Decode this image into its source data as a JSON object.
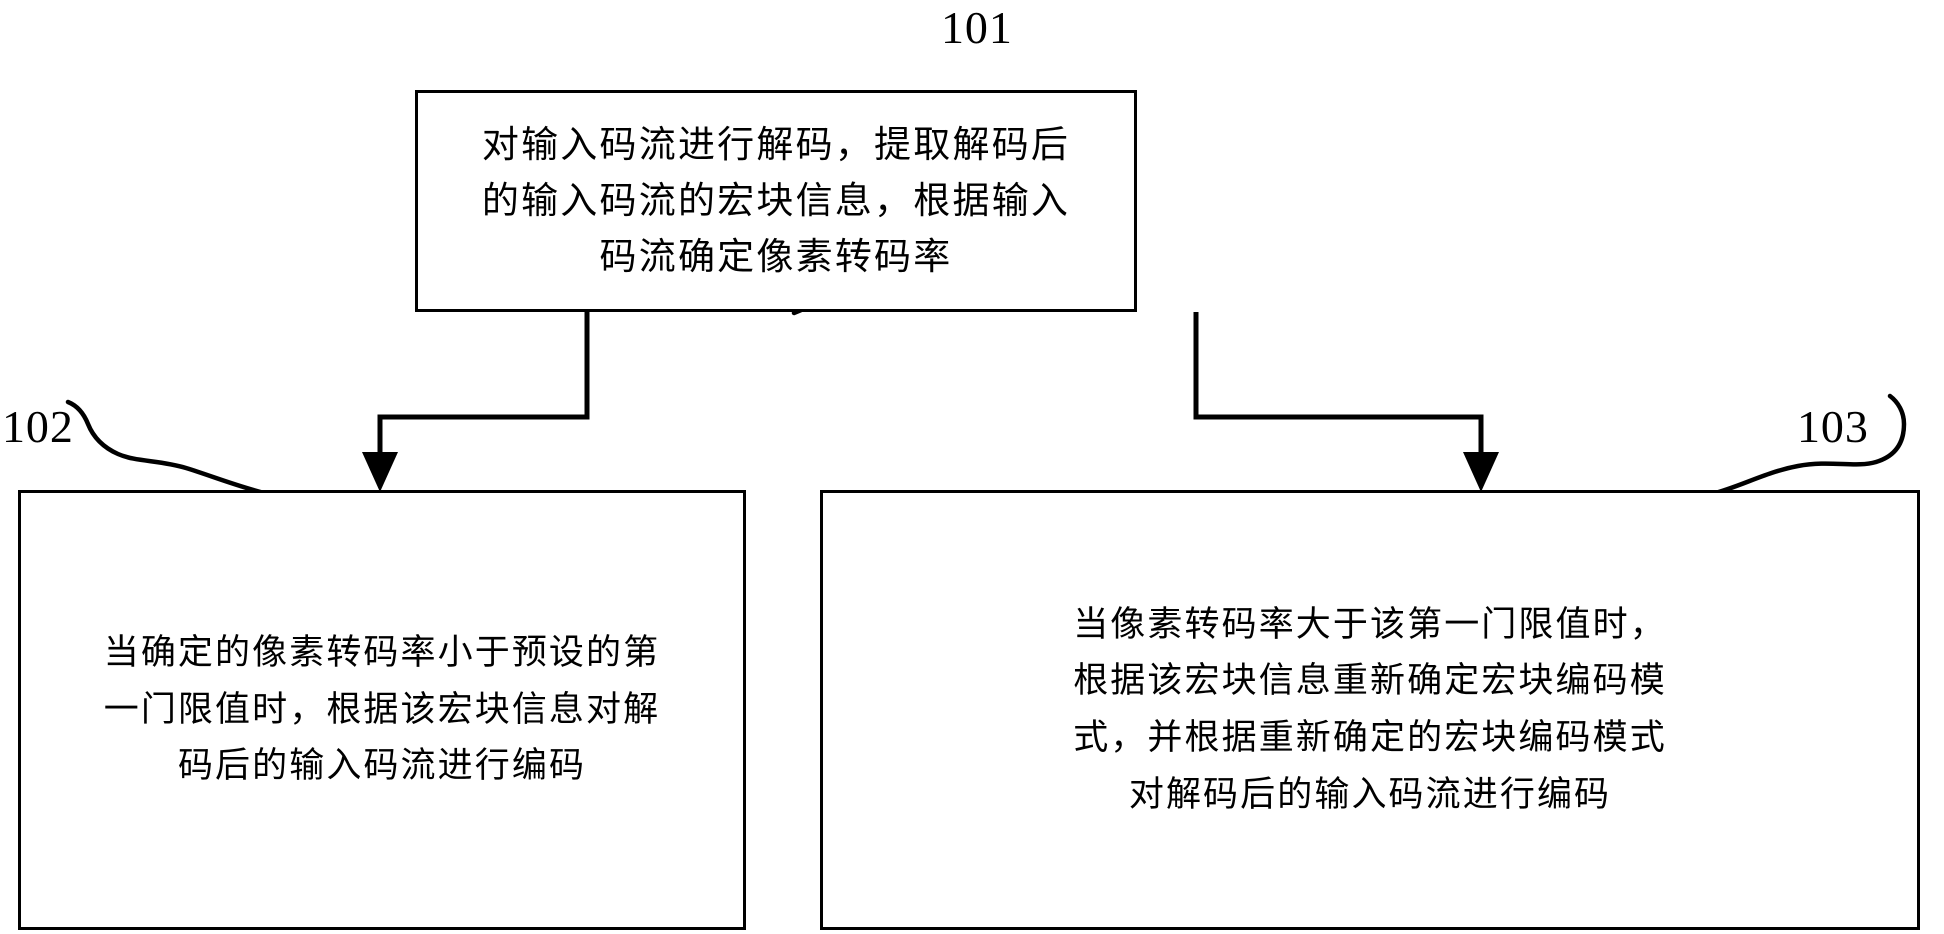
{
  "diagram": {
    "type": "flowchart",
    "title_visible": false,
    "background_color": "#ffffff",
    "line_color": "#000000",
    "language": "zh-CN",
    "nodes": [
      {
        "id": "101",
        "ref_label": "101",
        "shape": "rectangle",
        "position": "top-center",
        "lines": [
          "对输入码流进行解码，提取解码后",
          "的输入码流的宏块信息，根据输入",
          "码流确定像素转码率"
        ]
      },
      {
        "id": "102",
        "ref_label": "102",
        "shape": "rectangle",
        "position": "bottom-left",
        "lines": [
          "当确定的像素转码率小于预设的第",
          "一门限值时，根据该宏块信息对解",
          "码后的输入码流进行编码"
        ]
      },
      {
        "id": "103",
        "ref_label": "103",
        "shape": "rectangle",
        "position": "bottom-right",
        "lines": [
          "当像素转码率大于该第一门限值时，",
          "根据该宏块信息重新确定宏块编码模",
          "式，并根据重新确定的宏块编码模式",
          "对解码后的输入码流进行编码"
        ]
      }
    ],
    "edges": [
      {
        "id": "edge-101-102",
        "from": "101",
        "to": "102",
        "style": "orthogonal-arrow",
        "arrowhead": "solid-triangle"
      },
      {
        "id": "edge-101-103",
        "from": "101",
        "to": "103",
        "style": "orthogonal-arrow",
        "arrowhead": "solid-triangle"
      }
    ],
    "leaders": [
      {
        "id": "leader-101",
        "for": "101",
        "style": "squiggle"
      },
      {
        "id": "leader-102",
        "for": "102",
        "style": "squiggle"
      },
      {
        "id": "leader-103",
        "for": "103",
        "style": "squiggle"
      }
    ]
  }
}
